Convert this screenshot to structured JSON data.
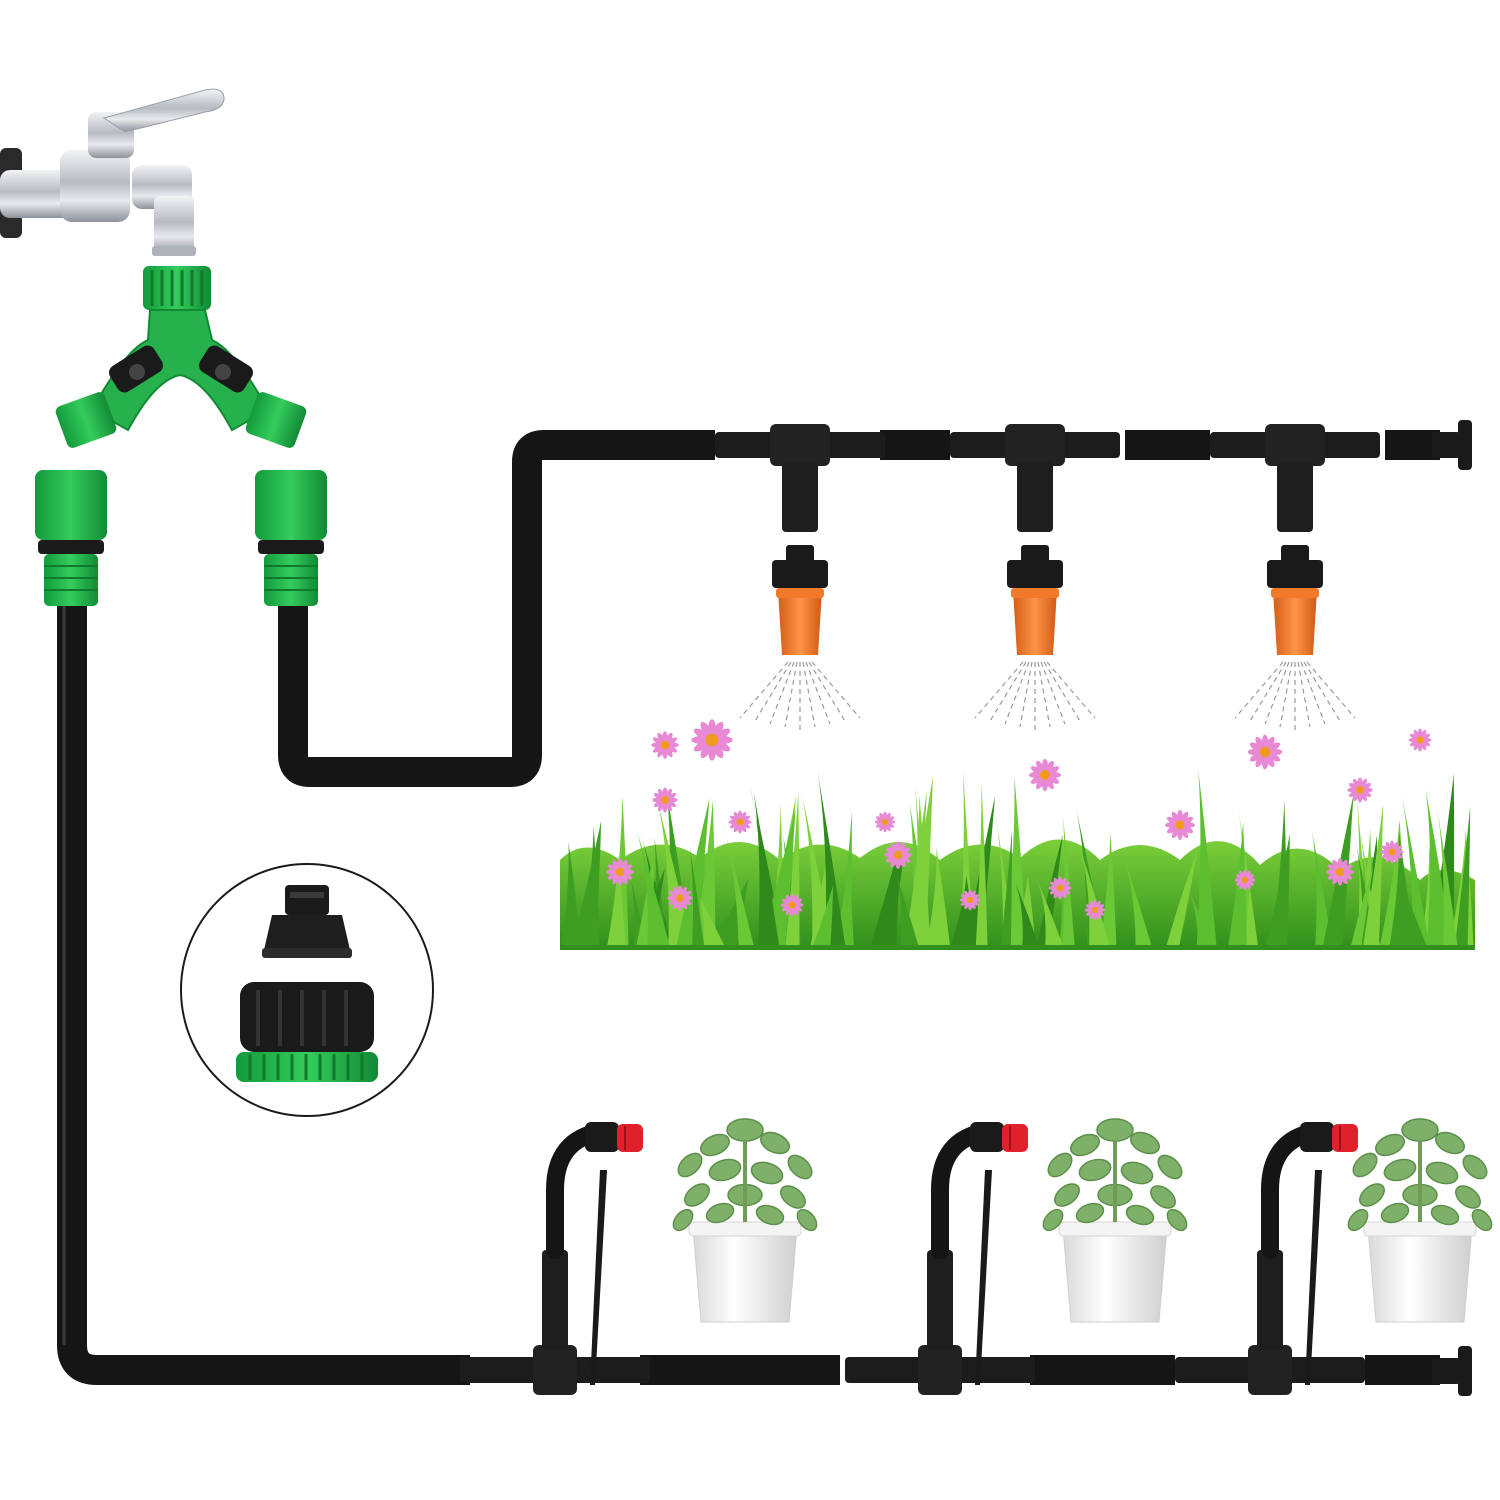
{
  "diagram": {
    "upper_line_nozzles": 3,
    "lower_line_drippers": 3,
    "potted_plants": 3
  },
  "colors": {
    "hose": "#151515",
    "hose_highlight": "#3a3a3a",
    "connector_green": "#22b24c",
    "connector_green_dark": "#138a35",
    "nozzle_orange": "#f07a2a",
    "dripper_red": "#e0202b",
    "chrome": "#c9ccd1",
    "pot_white": "#f4f4f4",
    "grass": "#4caf2a",
    "flower_pink": "#e889d6"
  },
  "icons": {
    "faucet": "faucet-icon",
    "splitter": "y-splitter-valve-icon",
    "adapter": "tap-adapter-icon",
    "nozzle": "misting-nozzle-icon",
    "dripper": "dripper-stake-icon",
    "plant": "potted-plant-icon",
    "garden": "garden-bed-icon"
  }
}
